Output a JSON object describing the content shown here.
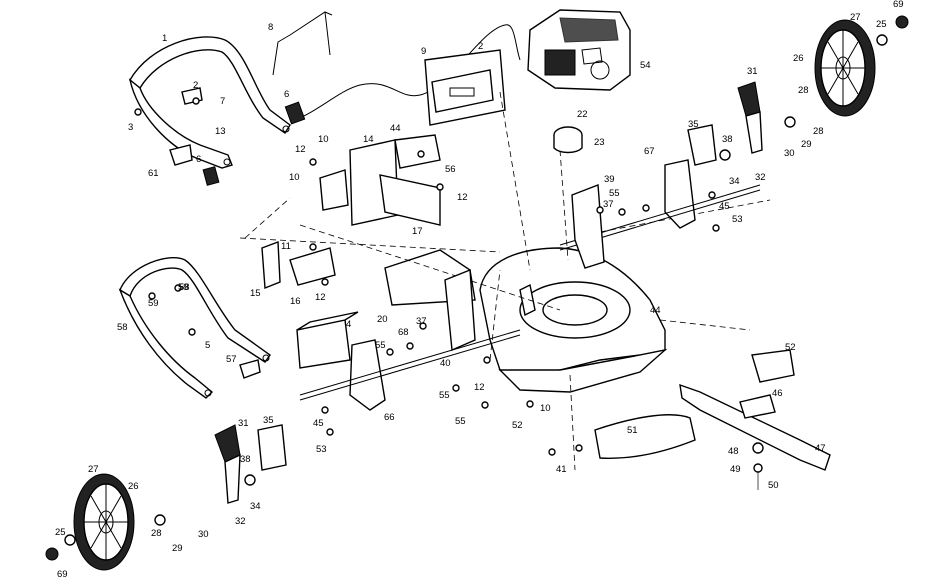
{
  "callouts": [
    {
      "id": "c1",
      "text": "1"
    },
    {
      "id": "c2a",
      "text": "2"
    },
    {
      "id": "c2b",
      "text": "2"
    },
    {
      "id": "c3",
      "text": "3"
    },
    {
      "id": "c4",
      "text": "4"
    },
    {
      "id": "c5",
      "text": "5"
    },
    {
      "id": "c6a",
      "text": "6"
    },
    {
      "id": "c6b",
      "text": "6"
    },
    {
      "id": "c7",
      "text": "7"
    },
    {
      "id": "c8",
      "text": "8"
    },
    {
      "id": "c9",
      "text": "9"
    },
    {
      "id": "c10a",
      "text": "10"
    },
    {
      "id": "c10b",
      "text": "10"
    },
    {
      "id": "c10c",
      "text": "10"
    },
    {
      "id": "c11",
      "text": "11"
    },
    {
      "id": "c12a",
      "text": "12"
    },
    {
      "id": "c12b",
      "text": "12"
    },
    {
      "id": "c12c",
      "text": "12"
    },
    {
      "id": "c12d",
      "text": "12"
    },
    {
      "id": "c13",
      "text": "13"
    },
    {
      "id": "c14",
      "text": "14"
    },
    {
      "id": "c15",
      "text": "15"
    },
    {
      "id": "c16",
      "text": "16"
    },
    {
      "id": "c17",
      "text": "17"
    },
    {
      "id": "c20",
      "text": "20"
    },
    {
      "id": "c22",
      "text": "22"
    },
    {
      "id": "c23",
      "text": "23"
    },
    {
      "id": "c25a",
      "text": "25"
    },
    {
      "id": "c25b",
      "text": "25"
    },
    {
      "id": "c26a",
      "text": "26"
    },
    {
      "id": "c26b",
      "text": "26"
    },
    {
      "id": "c27a",
      "text": "27"
    },
    {
      "id": "c27b",
      "text": "27"
    },
    {
      "id": "c28a",
      "text": "28"
    },
    {
      "id": "c28b",
      "text": "28"
    },
    {
      "id": "c28c",
      "text": "28"
    },
    {
      "id": "c29a",
      "text": "29"
    },
    {
      "id": "c29b",
      "text": "29"
    },
    {
      "id": "c30a",
      "text": "30"
    },
    {
      "id": "c30b",
      "text": "30"
    },
    {
      "id": "c31a",
      "text": "31"
    },
    {
      "id": "c31b",
      "text": "31"
    },
    {
      "id": "c32a",
      "text": "32"
    },
    {
      "id": "c32b",
      "text": "32"
    },
    {
      "id": "c34a",
      "text": "34"
    },
    {
      "id": "c34b",
      "text": "34"
    },
    {
      "id": "c35a",
      "text": "35"
    },
    {
      "id": "c35b",
      "text": "35"
    },
    {
      "id": "c37a",
      "text": "37"
    },
    {
      "id": "c37b",
      "text": "37"
    },
    {
      "id": "c38a",
      "text": "38"
    },
    {
      "id": "c38b",
      "text": "38"
    },
    {
      "id": "c39",
      "text": "39"
    },
    {
      "id": "c40",
      "text": "40"
    },
    {
      "id": "c41",
      "text": "41"
    },
    {
      "id": "c44a",
      "text": "44"
    },
    {
      "id": "c44b",
      "text": "44"
    },
    {
      "id": "c45a",
      "text": "45"
    },
    {
      "id": "c45b",
      "text": "45"
    },
    {
      "id": "c46",
      "text": "46"
    },
    {
      "id": "c47",
      "text": "47"
    },
    {
      "id": "c48",
      "text": "48"
    },
    {
      "id": "c49",
      "text": "49"
    },
    {
      "id": "c50",
      "text": "50"
    },
    {
      "id": "c51",
      "text": "51"
    },
    {
      "id": "c52a",
      "text": "52"
    },
    {
      "id": "c52b",
      "text": "52"
    },
    {
      "id": "c53a",
      "text": "53"
    },
    {
      "id": "c53b",
      "text": "53"
    },
    {
      "id": "c54",
      "text": "54"
    },
    {
      "id": "c55a",
      "text": "55"
    },
    {
      "id": "c55b",
      "text": "55"
    },
    {
      "id": "c55c",
      "text": "55"
    },
    {
      "id": "c55d",
      "text": "55"
    },
    {
      "id": "c56",
      "text": "56"
    },
    {
      "id": "c57",
      "text": "57"
    },
    {
      "id": "c58a",
      "text": "58"
    },
    {
      "id": "c58b",
      "text": "58"
    },
    {
      "id": "c59a",
      "text": "59"
    },
    {
      "id": "c59b",
      "text": "59"
    },
    {
      "id": "c61",
      "text": "61"
    },
    {
      "id": "c66",
      "text": "66"
    },
    {
      "id": "c67",
      "text": "67"
    },
    {
      "id": "c68",
      "text": "68"
    },
    {
      "id": "c69a",
      "text": "69"
    },
    {
      "id": "c69b",
      "text": "69"
    }
  ]
}
